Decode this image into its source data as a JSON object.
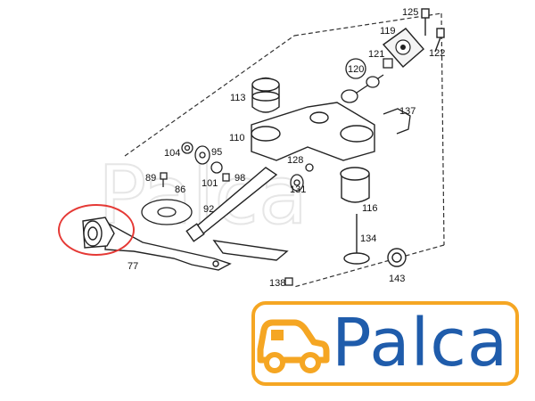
{
  "labels": {
    "l125": "125",
    "l119": "119",
    "l122": "122",
    "l121": "121",
    "l120": "120",
    "l113": "113",
    "l137": "137",
    "l110": "110",
    "l104": "104",
    "l95": "95",
    "l98": "98",
    "l101": "101",
    "l89": "89",
    "l86": "86",
    "l128": "128",
    "l131": "131",
    "l92": "92",
    "l116": "116",
    "l134": "134",
    "l77": "77",
    "l143": "143",
    "l138": "138"
  },
  "watermark_text": "Palca",
  "logo": {
    "text": "Palca",
    "colors": {
      "car": "#f5a623",
      "text": "#1f5cab",
      "border": "#f5a623"
    }
  },
  "highlight_color": "#e53935",
  "icons": {
    "logo_car": "car-icon"
  }
}
